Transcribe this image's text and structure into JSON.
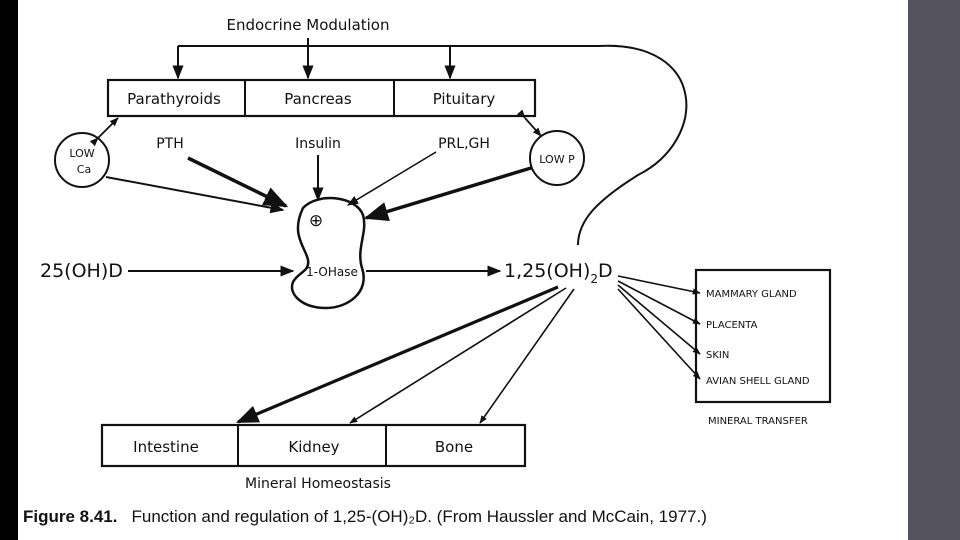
{
  "endocrine_modulation": "Endocrine Modulation",
  "glands": [
    "Parathyroids",
    "Pancreas",
    "Pituitary"
  ],
  "hormones": [
    "PTH",
    "Insulin",
    "PRL,GH"
  ],
  "low_ca": {
    "line1": "LOW",
    "line2": "Ca"
  },
  "low_p": "LOW P",
  "plus_symbol": "⊕",
  "enzyme": "1-OHase",
  "substrate": "25(OH)D",
  "product": {
    "main": "1,25(OH)",
    "sub": "2",
    "end": "D"
  },
  "targets": [
    "MAMMARY GLAND",
    "PLACENTA",
    "SKIN",
    "AVIAN SHELL GLAND"
  ],
  "mineral_transfer": "MINERAL TRANSFER",
  "homeostasis_boxes": [
    "Intestine",
    "Kidney",
    "Bone"
  ],
  "mineral_homeostasis": "Mineral Homeostasis",
  "caption": {
    "label": "Figure 8.41.",
    "text": "Function and regulation of 1,25-(OH)₂D. (From Haussler and McCain, 1977.)"
  }
}
